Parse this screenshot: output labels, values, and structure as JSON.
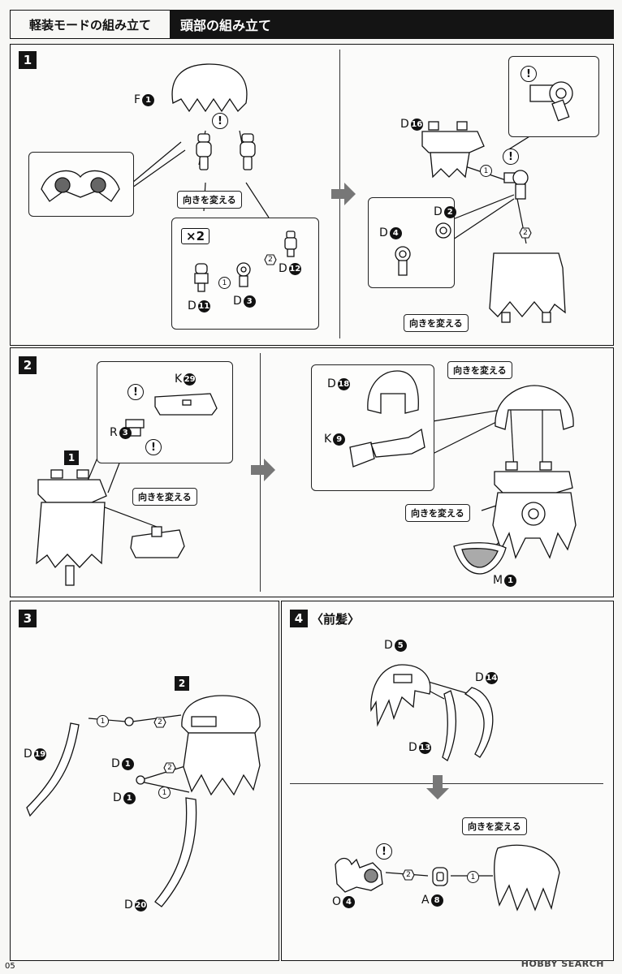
{
  "header": {
    "mode_title": "軽装モードの組み立て",
    "section_title": "頭部の組み立て"
  },
  "steps": {
    "s1": "1",
    "s2": "2",
    "s3": "3",
    "s4": "4",
    "s4_title": "〈前髪〉",
    "ref1": "1",
    "ref2": "2"
  },
  "tags": {
    "turn": "向きを変える"
  },
  "repeat": "×2",
  "exclaim": "!",
  "order": {
    "one": "1",
    "two": "2"
  },
  "parts": {
    "F1": {
      "letter": "F",
      "num": "1"
    },
    "D16": {
      "letter": "D",
      "num": "16"
    },
    "D2": {
      "letter": "D",
      "num": "2"
    },
    "D4": {
      "letter": "D",
      "num": "4"
    },
    "D12": {
      "letter": "D",
      "num": "12"
    },
    "D11": {
      "letter": "D",
      "num": "11"
    },
    "D3": {
      "letter": "D",
      "num": "3"
    },
    "K29": {
      "letter": "K",
      "num": "29"
    },
    "R3": {
      "letter": "R",
      "num": "3"
    },
    "D18": {
      "letter": "D",
      "num": "18"
    },
    "K9": {
      "letter": "K",
      "num": "9"
    },
    "M1": {
      "letter": "M",
      "num": "1"
    },
    "D19": {
      "letter": "D",
      "num": "19"
    },
    "D1a": {
      "letter": "D",
      "num": "1"
    },
    "D1b": {
      "letter": "D",
      "num": "1"
    },
    "D20": {
      "letter": "D",
      "num": "20"
    },
    "D5": {
      "letter": "D",
      "num": "5"
    },
    "D14": {
      "letter": "D",
      "num": "14"
    },
    "D13": {
      "letter": "D",
      "num": "13"
    },
    "O4": {
      "letter": "O",
      "num": "4"
    },
    "A8": {
      "letter": "A",
      "num": "8"
    }
  },
  "footer": {
    "page": "05",
    "watermark": "HOBBY SEARCH"
  }
}
